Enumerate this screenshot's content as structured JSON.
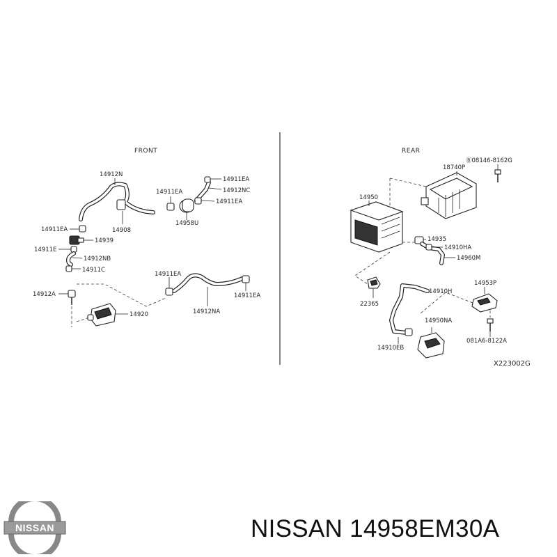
{
  "diagram": {
    "front_header": "FRONT",
    "rear_header": "REAR",
    "reference_code": "X223002G",
    "front_labels": {
      "p14912N": "14912N",
      "p14911EA_top": "14911EA",
      "p14911EA_mid": "14911EA",
      "p14912NC": "14912NC",
      "p14911EA_right": "14911EA",
      "p14908": "14908",
      "p14958U": "14958U",
      "p14911EA_left": "14911EA",
      "p14939": "14939",
      "p14911E": "14911E",
      "p14912NB": "14912NB",
      "p14911C": "14911C",
      "p14911EA_low": "14911EA",
      "p14912A": "14912A",
      "p14920": "14920",
      "p14912NA": "14912NA",
      "p14911EA_bottom": "14911EA"
    },
    "rear_labels": {
      "bolt_top": "Ⓑ08146-8162G",
      "p18740P": "18740P",
      "p14950": "14950",
      "p14935": "14935",
      "p14910HA": "14910HA",
      "p14960M": "14960M",
      "p14910H": "14910H",
      "p22365": "22365",
      "p14953P": "14953P",
      "p14950NA": "14950NA",
      "p14910EB": "14910EB",
      "bolt_bottom": "081A6-8122A"
    }
  },
  "footer": {
    "brand": "NISSAN",
    "logo_text": "NISSAN",
    "title": "NISSAN 14958EM30A"
  }
}
